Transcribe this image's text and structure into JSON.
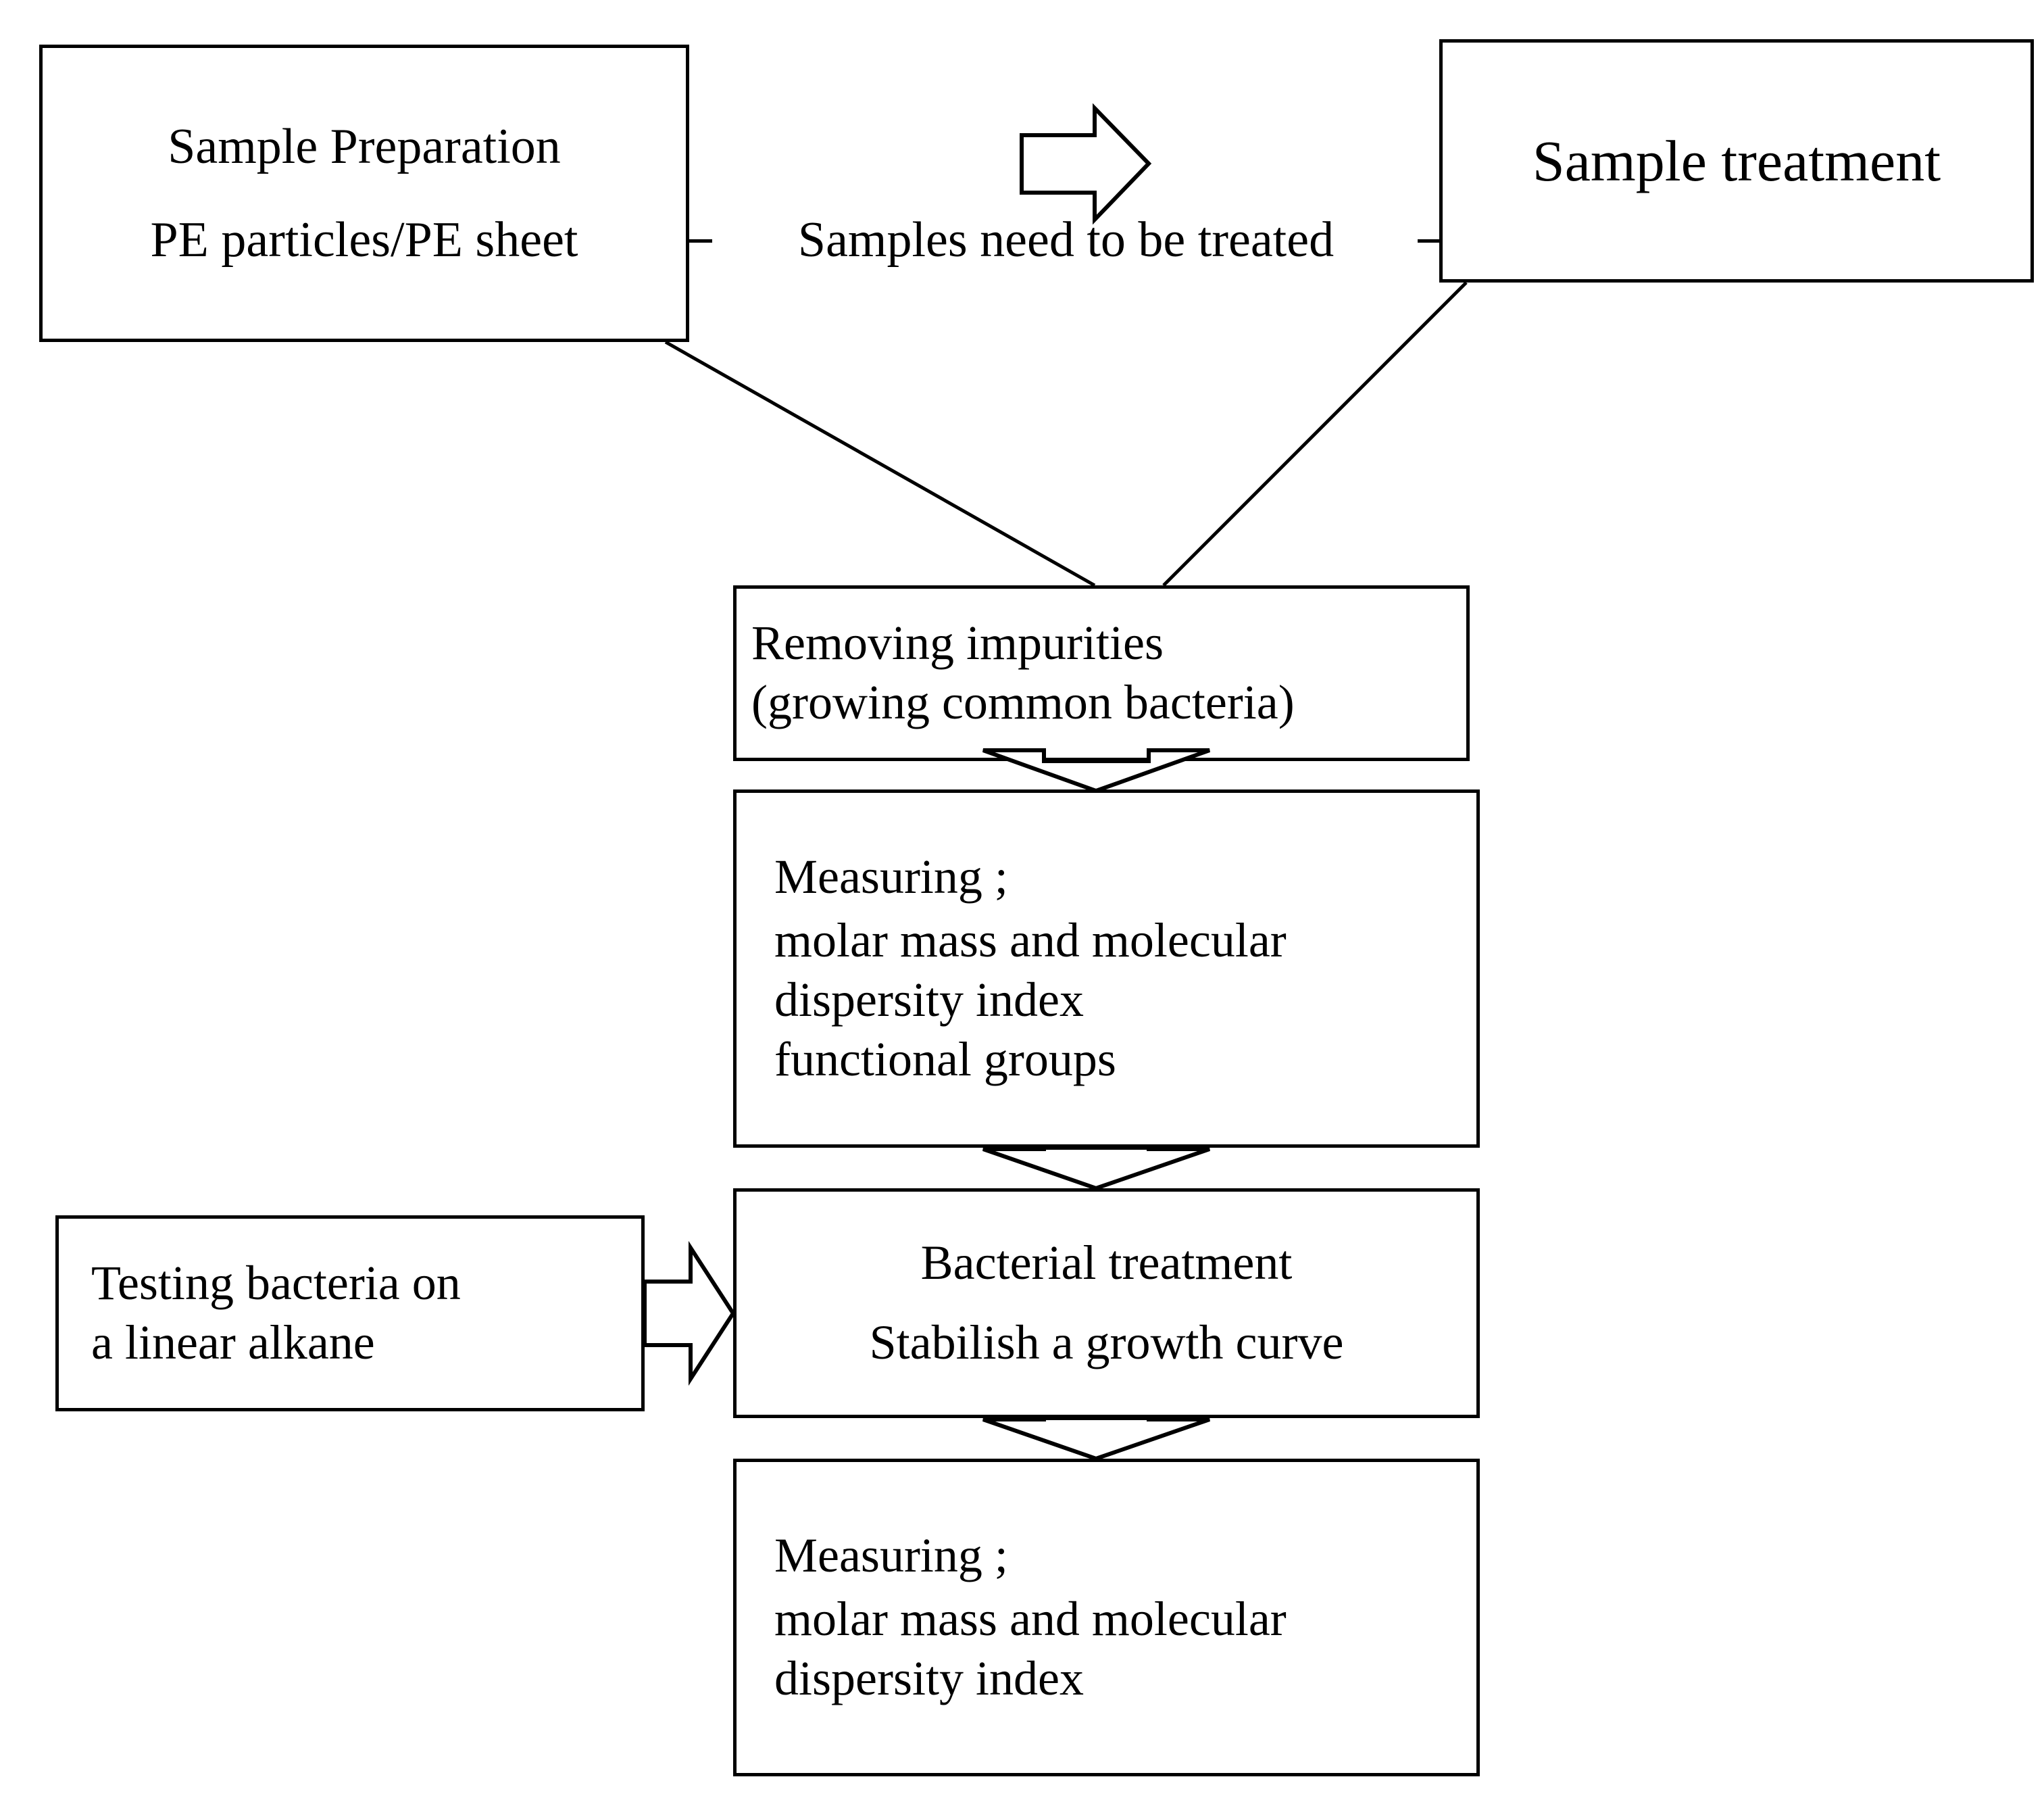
{
  "diagram": {
    "title_text": "",
    "boxes": [
      {
        "id": "sample-preparation",
        "lines": [
          "Sample Preparation",
          "PE particles/PE sheet"
        ]
      },
      {
        "id": "sample-treatment",
        "lines": [
          "Sample treatment"
        ]
      },
      {
        "id": "removing-impurities",
        "lines": [
          "Removing impurities",
          "(growing common bacteria)"
        ]
      },
      {
        "id": "measuring-1",
        "lines": [
          "Measuring ;",
          "molar mass and molecular",
          "dispersity index",
          "functional groups"
        ]
      },
      {
        "id": "testing-bacteria",
        "lines": [
          "Testing bacteria on",
          "a linear alkane"
        ]
      },
      {
        "id": "bacterial-treatment",
        "lines": [
          "Bacterial treatment",
          "Stabilish a growth curve"
        ]
      },
      {
        "id": "measuring-2",
        "lines": [
          "Measuring ;",
          "molar mass and molecular",
          "dispersity index"
        ]
      }
    ],
    "connector_labels": [
      {
        "id": "samples-need-to-be-treated",
        "text": "Samples need to be treated"
      }
    ],
    "colors": {
      "stroke": "#000000",
      "fill": "#ffffff",
      "text": "#000000"
    }
  }
}
